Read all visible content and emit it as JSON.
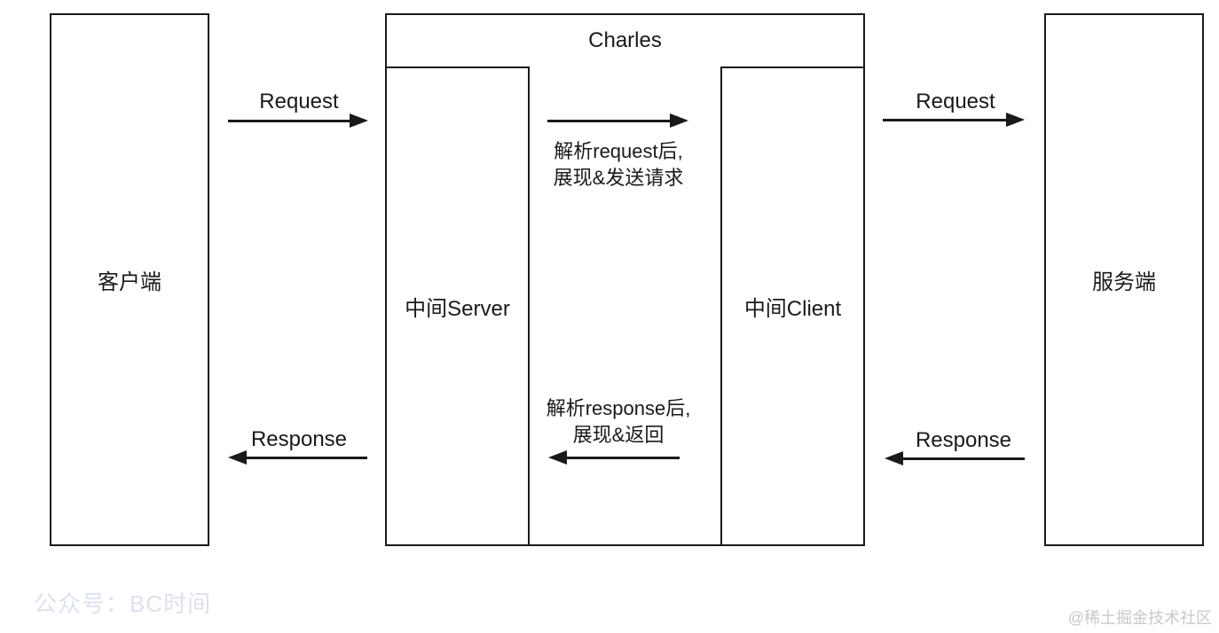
{
  "diagram": {
    "title": "Charles",
    "nodes": {
      "client": "客户端",
      "mid_server": "中间Server",
      "mid_client": "中间Client",
      "server": "服务端"
    },
    "flows": {
      "request_client_to_charles": "Request",
      "request_note_line1": "解析request后,",
      "request_note_line2": "展现&发送请求",
      "request_charles_to_server": "Request",
      "response_server_to_charles": "Response",
      "response_note_line1": "解析response后,",
      "response_note_line2": "展现&返回",
      "response_charles_to_client": "Response"
    },
    "watermarks": {
      "left": "公众号：BC时间",
      "right": "@稀土掘金技术社区"
    },
    "colors": {
      "line": "#1a1a1a",
      "background": "#ffffff",
      "watermark_left": "#dde1ef",
      "watermark_right": "#c9c9c9"
    }
  }
}
